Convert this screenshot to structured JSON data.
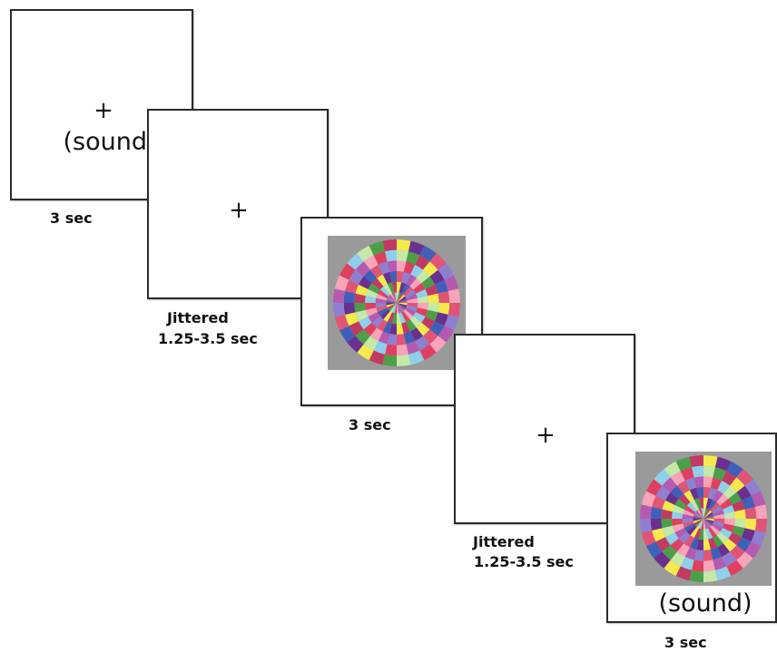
{
  "frames": [
    {
      "fixation": "+",
      "sound": "(sound)",
      "duration": "3 sec"
    },
    {
      "fixation": "+",
      "duration_line1": "Jittered",
      "duration_line2": "1.25-3.5 sec"
    },
    {
      "duration": "3 sec"
    },
    {
      "fixation": "+",
      "duration_line1": "Jittered",
      "duration_line2": "1.25-3.5 sec"
    },
    {
      "sound": "(sound)",
      "duration": "3 sec"
    }
  ],
  "stimulus": {
    "background": "#9a9a9a",
    "rings": 6,
    "segments": 28,
    "palette": [
      "#f4ea4b",
      "#b55ab0",
      "#4c9f48",
      "#e05575",
      "#8ecfec",
      "#6b2f8f",
      "#f7a3b8",
      "#c23a62",
      "#8f7fd0",
      "#c6e8a8",
      "#3f60b8",
      "#e0405f"
    ]
  }
}
